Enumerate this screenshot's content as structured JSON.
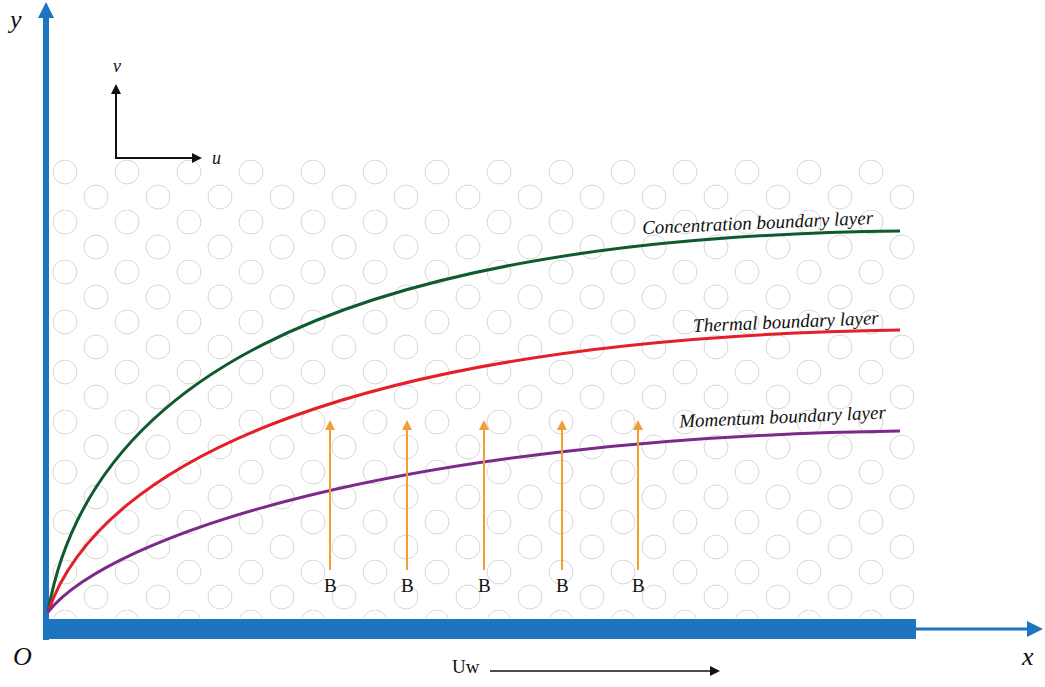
{
  "diagram": {
    "labels": [
      "y",
      "v",
      "u",
      "Concentration boundary layer",
      "Thermal boundary layer",
      "Momentum boundary layer",
      "B",
      "B",
      "B",
      "B",
      "B",
      "O",
      "Uw",
      "x"
    ]
  }
}
